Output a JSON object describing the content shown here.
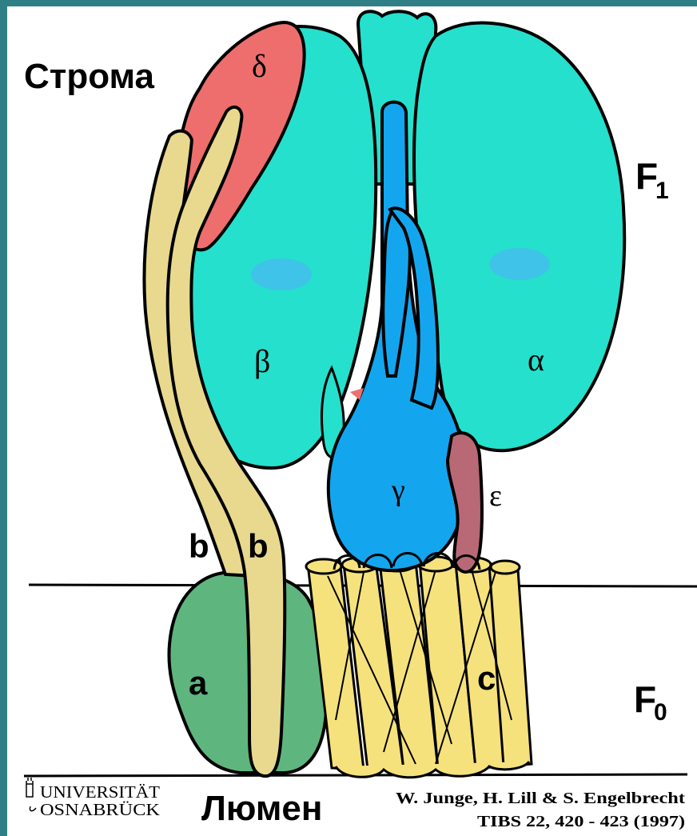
{
  "labels": {
    "stroma": "Строма",
    "lumen": "Люмен",
    "f1_main": "F",
    "f1_sub": "1",
    "f0_main": "F",
    "f0_sub": "0",
    "subunit_delta": "δ",
    "subunit_beta": "β",
    "subunit_alpha": "α",
    "subunit_gamma": "γ",
    "subunit_epsilon": "ε",
    "subunit_b_outer": "b",
    "subunit_b_inner": "b",
    "subunit_a": "a",
    "subunit_c": "c"
  },
  "logo": {
    "line1": "UNIVERSITÄT",
    "line2": "OSNABRÜCK"
  },
  "citation": {
    "line1": "W. Junge, H. Lill & S. Engelbrecht",
    "line2": "TIBS 22, 420 - 423 (1997)"
  },
  "colors": {
    "frame": "#2e7f86",
    "teal": "#25e0cc",
    "blue": "#13a6ef",
    "red": "#ee6e6e",
    "tan": "#e8d98f",
    "green": "#5fb57e",
    "yellow": "#f5e27d",
    "mauve": "#b96876",
    "spot": "#3fc3e8"
  }
}
